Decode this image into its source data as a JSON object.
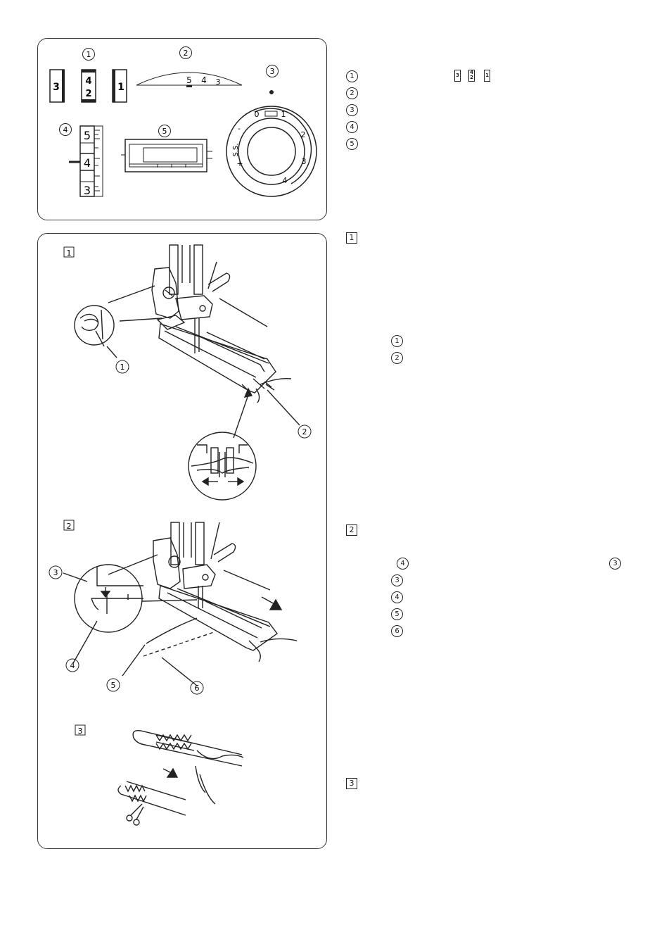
{
  "top_panel": {
    "callouts": [
      "1",
      "2",
      "3",
      "4",
      "5"
    ],
    "selector_icons": {
      "left": "3",
      "middle_top": "4",
      "middle_bottom": "2",
      "right": "1"
    },
    "scale_numbers": [
      "5",
      "4",
      "3"
    ],
    "dial_labels": [
      "0",
      "1",
      "2",
      "3",
      "4",
      "S.S.",
      "+",
      "-"
    ],
    "length_numbers": [
      "5",
      "4",
      "3"
    ]
  },
  "right_legend_top": {
    "numbers": [
      "1",
      "2",
      "3",
      "4",
      "5"
    ],
    "mini_icons": {
      "a": "3",
      "b_top": "4",
      "b_bottom": "2",
      "c": "1"
    }
  },
  "step1": {
    "step_number": "1",
    "callouts": [
      "1",
      "2"
    ],
    "legend_numbers": [
      "1",
      "2"
    ]
  },
  "step2": {
    "step_number": "2",
    "callouts": [
      "3",
      "4",
      "5",
      "6"
    ],
    "legend_inline": [
      "4",
      "3"
    ],
    "legend_numbers": [
      "3",
      "4",
      "5",
      "6"
    ]
  },
  "step3": {
    "step_number": "3"
  },
  "colors": {
    "line": "#1a1a1a",
    "panel_border": "#333333"
  }
}
